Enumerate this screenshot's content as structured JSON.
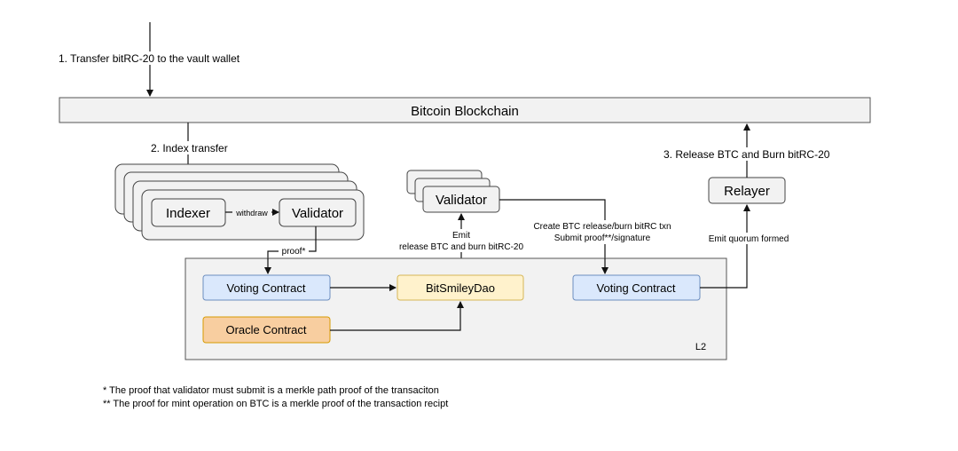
{
  "steps": {
    "transfer": "1. Transfer bitRC-20 to the vault wallet",
    "index": "2. Index transfer",
    "release": "3. Release BTC and Burn bitRC-20"
  },
  "blockchain": {
    "label": "Bitcoin Blockchain"
  },
  "indexer_group": {
    "indexer": "Indexer",
    "withdraw": "withdraw",
    "validator": "Validator",
    "proof": "proof*"
  },
  "mid_validator": {
    "label": "Validator",
    "emit_line1": "Emit",
    "emit_line2": "release BTC and burn bitRC-20",
    "txn_line1": "Create BTC release/burn bitRC txn",
    "txn_line2": "Submit proof**/signature"
  },
  "relayer": {
    "label": "Relayer",
    "emit": "Emit quorum formed"
  },
  "l2": {
    "label": "L2",
    "voting_left": "Voting Contract",
    "oracle": "Oracle Contract",
    "dao": "BitSmileyDao",
    "voting_right": "Voting Contract"
  },
  "footnotes": {
    "single": "*  The proof that validator must submit is a merkle path proof of the transaciton",
    "double": "** The proof for mint operation on BTC is a merkle proof of the transaction recipt"
  },
  "colors": {
    "grey_fill": "#f2f2f2",
    "blue_fill": "#dae8fc",
    "blue_stroke": "#6c8ebf",
    "orange_fill": "#ffe6cc",
    "orange_stroke": "#d79b00",
    "dao_fill": "#fff2cc",
    "dao_stroke": "#d6b656",
    "oracle_fill": "#f8cea0"
  }
}
